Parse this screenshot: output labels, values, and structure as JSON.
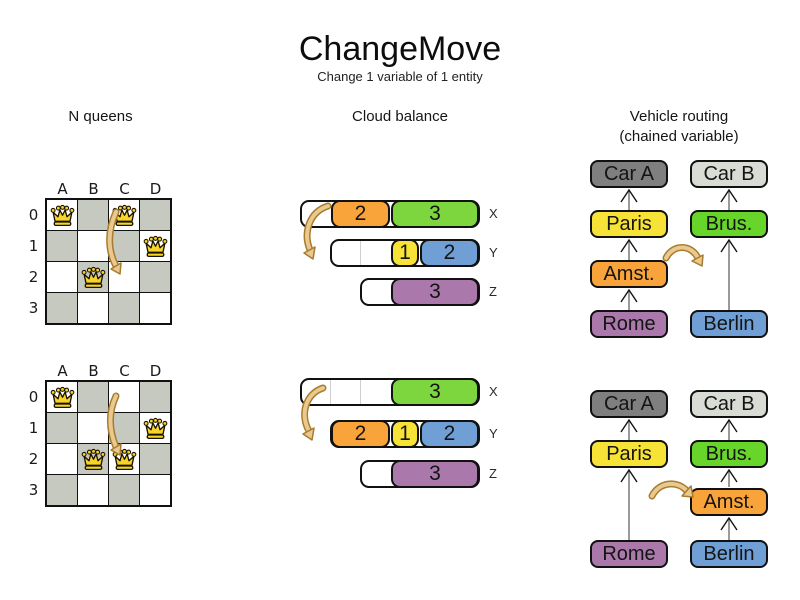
{
  "title": "ChangeMove",
  "subtitle": "Change 1 variable of 1 entity",
  "columns": {
    "nqueens_heading": "N queens",
    "cloud_heading": "Cloud balance",
    "vr_heading_line1": "Vehicle routing",
    "vr_heading_line2": "(chained variable)"
  },
  "palette": {
    "orange": "#f9a43b",
    "green": "#7ed63e",
    "brus_green": "#68d52a",
    "yellow": "#f7e338",
    "blue": "#6f9fd4",
    "purple": "#aa78aa",
    "car_a_gray": "#7f7f7f",
    "car_b_gray": "#d8dcd4",
    "board_gray": "#c6c9c0",
    "move_arrow_fill": "#e9c98f",
    "move_arrow_edge": "#a87c2f"
  },
  "nqueens": {
    "col_labels": [
      "A",
      "B",
      "C",
      "D"
    ],
    "row_labels": [
      "0",
      "1",
      "2",
      "3"
    ],
    "before_queens": [
      "A0",
      "C0",
      "D1",
      "B2"
    ],
    "after_queens": [
      "A0",
      "D1",
      "B2",
      "C2"
    ]
  },
  "cloud": {
    "computers": [
      "X",
      "Y",
      "Z"
    ],
    "before": {
      "x_blocks": [
        {
          "value": "2",
          "color": "orange"
        },
        {
          "value": "3",
          "color": "green"
        }
      ],
      "y_blocks": [
        {
          "value": "1",
          "color": "yellow"
        },
        {
          "value": "2",
          "color": "blue"
        }
      ],
      "z_blocks": [
        {
          "value": "3",
          "color": "purple"
        }
      ]
    },
    "after": {
      "x_blocks": [
        {
          "value": "3",
          "color": "green"
        }
      ],
      "y_blocks": [
        {
          "value": "2",
          "color": "orange"
        },
        {
          "value": "1",
          "color": "yellow"
        },
        {
          "value": "2",
          "color": "blue"
        }
      ],
      "z_blocks": [
        {
          "value": "3",
          "color": "purple"
        }
      ]
    }
  },
  "vehicle_routing": {
    "nodes": {
      "car_a": "Car A",
      "car_b": "Car B",
      "paris": "Paris",
      "brus": "Brus.",
      "amst": "Amst.",
      "rome": "Rome",
      "berlin": "Berlin"
    },
    "before_chains": [
      [
        "Rome",
        "Amst.",
        "Paris",
        "Car A"
      ],
      [
        "Berlin",
        "Brus.",
        "Car B"
      ]
    ],
    "after_chains": [
      [
        "Rome",
        "Paris",
        "Car A"
      ],
      [
        "Berlin",
        "Amst.",
        "Brus.",
        "Car B"
      ]
    ]
  }
}
